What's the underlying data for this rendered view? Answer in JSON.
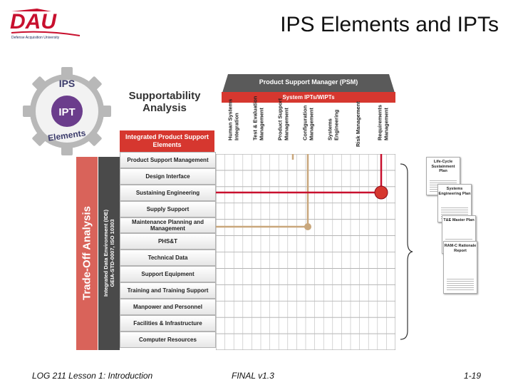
{
  "header": {
    "logo_text": "DAU",
    "logo_subtitle": "Defense Acquisition University",
    "title": "IPS Elements and IPTs"
  },
  "gear": {
    "top": "IPS",
    "center": "IPT",
    "bottom": "Elements"
  },
  "supportability": "Supportability Analysis",
  "psm": "Product Support Manager (PSM)",
  "system_ipts": "System IPTs/WIPTs",
  "ipt_columns": [
    "Human Systems Integration",
    "Test & Evaluation Management",
    "Product Support Management",
    "Configuration Management",
    "Systems Engineering",
    "Risk Management",
    "Requirements Management"
  ],
  "elements_header": "Integrated Product Support Elements",
  "elements": [
    "Product Support Management",
    "Design Interface",
    "Sustaining Engineering",
    "Supply Support",
    "Maintenance Planning and Management",
    "PHS&T",
    "Technical Data",
    "Support Equipment",
    "Training and Training Support",
    "Manpower and Personnel",
    "Facilities & Infrastructure",
    "Computer Resources"
  ],
  "tradeoff": "Trade-Off Analysis",
  "ide": {
    "line1": "Integrated Data Environment (IDE)",
    "line2": "GEIA-STD-0007, ISO 10303"
  },
  "documents": [
    "Life-Cycle Sustainment Plan",
    "Systems Engineering Plan",
    "T&E Master Plan",
    "RAM-C Rationale Report"
  ],
  "footer": {
    "left": "LOG 211 Lesson 1: Introduction",
    "middle": "FINAL v1.3",
    "right": "1-19"
  },
  "colors": {
    "brand_red": "#c8102e",
    "accent_red": "#d6372f",
    "tan": "#c9a77c",
    "grid_gray": "#999999"
  }
}
